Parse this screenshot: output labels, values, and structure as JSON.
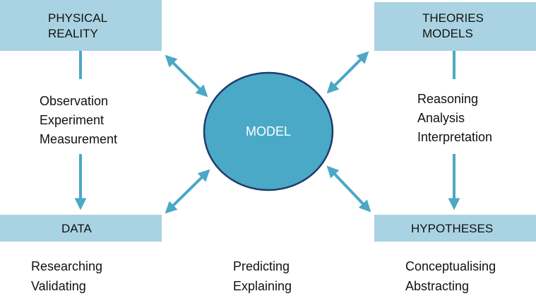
{
  "colors": {
    "box_fill": "#a9d3e2",
    "arrow": "#4ba8c6",
    "model_fill": "#4aa9c6",
    "model_stroke": "#1f3d6b"
  },
  "boxes": {
    "physical_reality": {
      "line1": "PHYSICAL",
      "line2": "REALITY"
    },
    "theories_models": {
      "line1": "THEORIES",
      "line2": "MODELS"
    },
    "data": {
      "label": "DATA"
    },
    "hypotheses": {
      "label": "HYPOTHESES"
    }
  },
  "model": {
    "label": "MODEL"
  },
  "processes": {
    "left": [
      "Observation",
      "Experiment",
      "Measurement"
    ],
    "right": [
      "Reasoning",
      "Analysis",
      "Interpretation"
    ]
  },
  "bottom": {
    "left": [
      "Researching",
      "Validating"
    ],
    "center": [
      "Predicting",
      "Explaining"
    ],
    "right": [
      "Conceptualising",
      "Abstracting"
    ]
  }
}
